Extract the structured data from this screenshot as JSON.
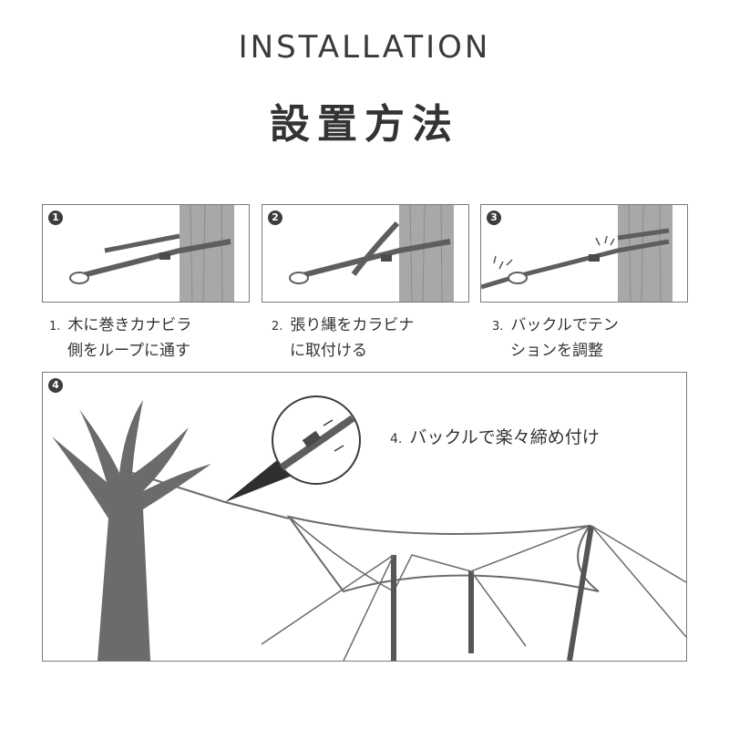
{
  "header": {
    "title_en": "INSTALLATION",
    "title_ja": "設置方法"
  },
  "steps": [
    {
      "badge": "1",
      "num": "1.",
      "line1": "木に巻きカナビラ",
      "line2": "側をループに通す"
    },
    {
      "badge": "2",
      "num": "2.",
      "line1": "張り縄をカラビナ",
      "line2": "に取付ける"
    },
    {
      "badge": "3",
      "num": "3.",
      "line1": "バックルでテン",
      "line2": "ションを調整"
    }
  ],
  "step4": {
    "badge": "4",
    "num": "4.",
    "caption": "バックルで楽々締め付け"
  },
  "colors": {
    "strap": "#5e5e5e",
    "tree": "#6b6b6b",
    "outline": "#7a7a7a",
    "badge": "#3d3d3d"
  }
}
